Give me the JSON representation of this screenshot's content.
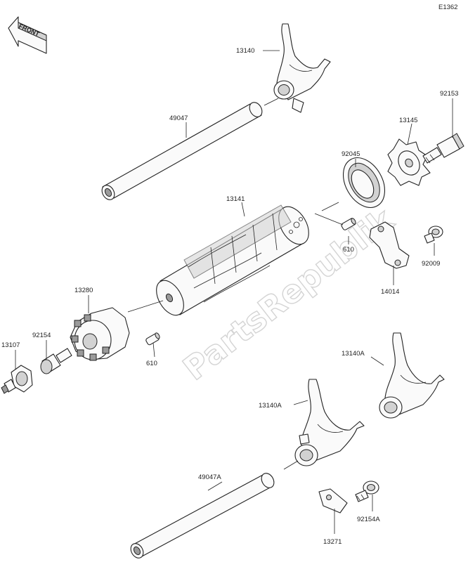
{
  "diagram_code": "E1362",
  "front_label": "FRONT",
  "watermark": "PartsRepublik",
  "parts": {
    "fork_13140": "13140",
    "shaft_49047": "49047",
    "drum_13141": "13141",
    "plate_13145": "13145",
    "bolt_92153": "92153",
    "bearing_92045": "92045",
    "pin_610_upper": "610",
    "bolt_92009": "92009",
    "holder_14014": "14014",
    "gear_13280": "13280",
    "bolt_92154": "92154",
    "cam_13107": "13107",
    "pin_610_lower": "610",
    "fork_13140A_right": "13140A",
    "fork_13140A_left": "13140A",
    "shaft_49047A": "49047A",
    "bolt_92154A": "92154A",
    "stopper_13271": "13271"
  }
}
